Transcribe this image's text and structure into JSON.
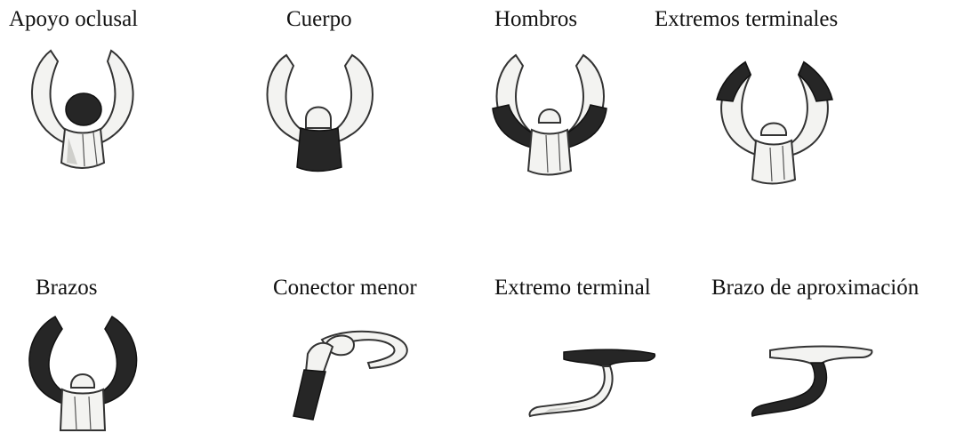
{
  "figures": {
    "apoyo_oclusal": {
      "label": "Apoyo oclusal"
    },
    "cuerpo": {
      "label": "Cuerpo"
    },
    "hombros": {
      "label": "Hombros"
    },
    "extremos_terminales": {
      "label": "Extremos terminales"
    },
    "brazos": {
      "label": "Brazos"
    },
    "conector_menor": {
      "label": "Conector menor"
    },
    "extremo_terminal": {
      "label": "Extremo terminal"
    },
    "brazo_aproximacion": {
      "label": "Brazo de aproximación"
    }
  },
  "colors": {
    "highlight": "#262626",
    "metal": "#f3f3f1",
    "shadow": "#cfcfcb"
  }
}
